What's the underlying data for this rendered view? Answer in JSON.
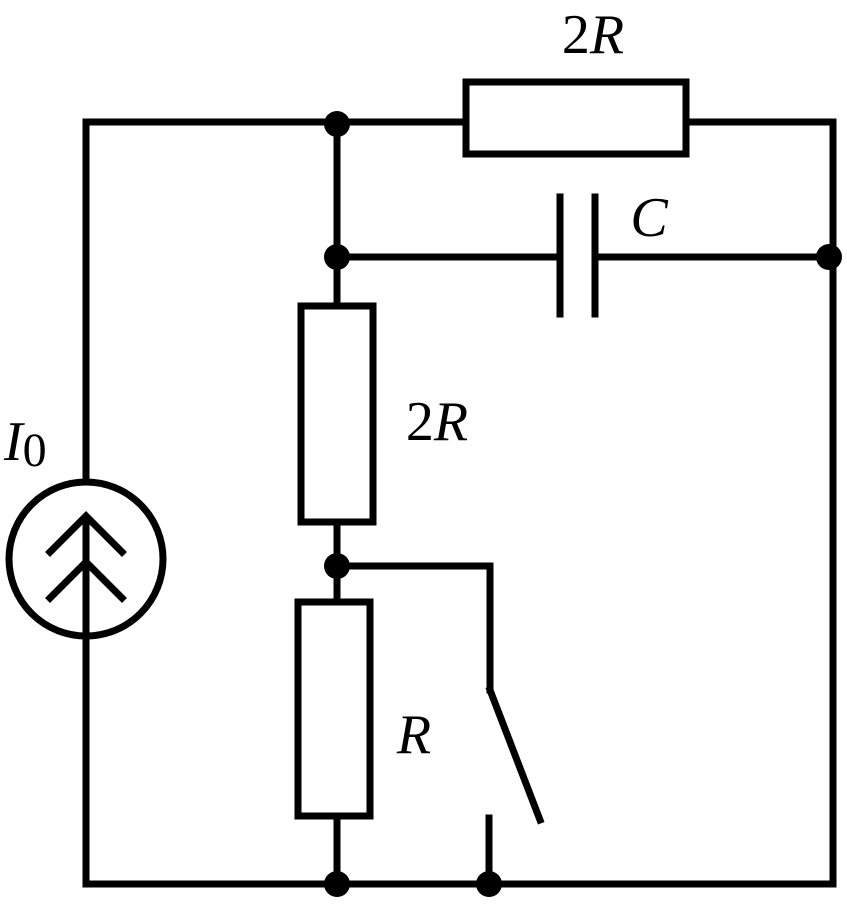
{
  "diagram": {
    "type": "circuit",
    "labels": {
      "top_resistor": "2R",
      "capacitor": "C",
      "middle_resistor": "2R",
      "bottom_resistor": "R",
      "source_symbol": "I",
      "source_subscript": "0"
    },
    "components": [
      {
        "kind": "current-source",
        "label": "I0"
      },
      {
        "kind": "resistor",
        "label": "2R",
        "position": "top"
      },
      {
        "kind": "capacitor",
        "label": "C"
      },
      {
        "kind": "resistor",
        "label": "2R",
        "position": "middle"
      },
      {
        "kind": "resistor",
        "label": "R",
        "position": "bottom"
      },
      {
        "kind": "switch",
        "state": "open"
      }
    ],
    "colors": {
      "ink": "#000000",
      "background": "#ffffff"
    }
  }
}
